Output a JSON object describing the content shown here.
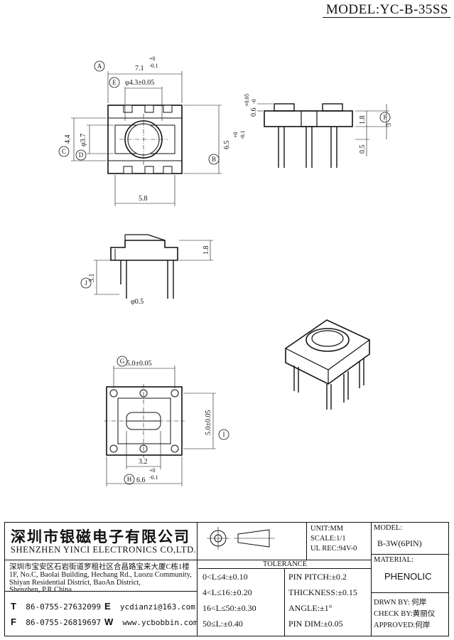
{
  "header": {
    "model": "MODEL:YC-B-35SS"
  },
  "dimensions": {
    "a_width": "7.1",
    "a_tol_plus": "+0",
    "a_tol_minus": "-0.1",
    "bore": "φ4.3±0.05",
    "c_height": "4.4",
    "d_dia": "φ3.7",
    "b_height": "6.5",
    "b_tol_plus": "+0",
    "b_tol_minus": "-0.1",
    "bottom_width": "5.8",
    "flange_thk": "0.6",
    "flange_tol_plus": "+0.05",
    "flange_tol_minus": "-0",
    "f_body": "1.8",
    "f_total": "3",
    "f_standoff": "0.5",
    "side_height": "1.8",
    "j_pin": "3.1",
    "pin_dia": "φ0.5",
    "g_pitch": "5.0±0.05",
    "i_pitch": "5.0±0.05",
    "inner_pitch": "3.2",
    "h_width": "6.6",
    "h_tol_plus": "+0",
    "h_tol_minus": "-0.1"
  },
  "callouts": [
    "A",
    "B",
    "C",
    "D",
    "E",
    "F",
    "G",
    "H",
    "I",
    "J"
  ],
  "title_block": {
    "company_cn": "深圳市银磁电子有限公司",
    "company_en": "SHENZHEN YINCI ELECTRONICS CO,LTD.",
    "address": [
      "深圳市宝安区石岩街道罗租社区合昌路宝来大厦C栋1楼",
      "1F, No.C, Baolai Building, Hechang Rd., Luozu Community,",
      "Shiyan Residential District, BaoAn District,",
      "Shenzhen, P.R.China"
    ],
    "tel_label": "T",
    "tel": "86-0755-27632099",
    "fax_label": "F",
    "fax": "86-0755-26819697",
    "email_label": "E",
    "email": "ycdianzi@163.com",
    "web_label": "W",
    "web": "www.ycbobbin.com",
    "unit": "UNIT:MM",
    "scale": "SCALE:1/1",
    "ul_rec": "UL REC:94V-0",
    "tolerance_title": "TOLERANCE",
    "tolerances": [
      "0<L≤4:±0.10",
      "4<L≤16:±0.20",
      "16<L≤50:±0.30",
      "50≤L:±0.40"
    ],
    "pin_specs": [
      "PIN PITCH:±0.2",
      "THICKNESS:±0.15",
      "ANGLE:±1°",
      "PIN DIM:±0.05"
    ],
    "model_label": "MODEL:",
    "model_value": "B-3W(6PIN)",
    "material_label": "MATERIAL:",
    "material_value": "PHENOLIC",
    "drawn_by": "DRWN BY: 何岸",
    "check_by": "CHECK BY:黄丽仪",
    "approved": "APPROVED:何岸"
  }
}
